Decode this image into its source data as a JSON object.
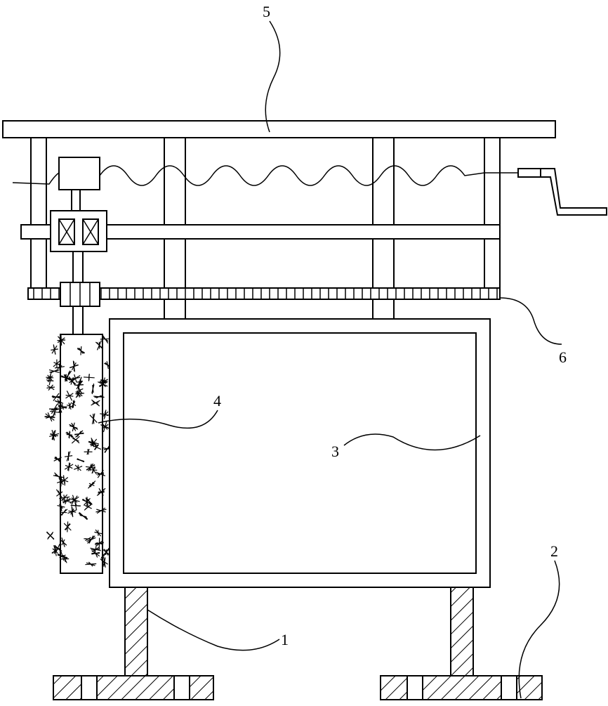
{
  "labels": {
    "base": "1",
    "foot": "2",
    "panel": "3",
    "brush": "4",
    "top_plate": "5",
    "rack": "6"
  },
  "colors": {
    "line": "#000000",
    "background": "#ffffff"
  }
}
